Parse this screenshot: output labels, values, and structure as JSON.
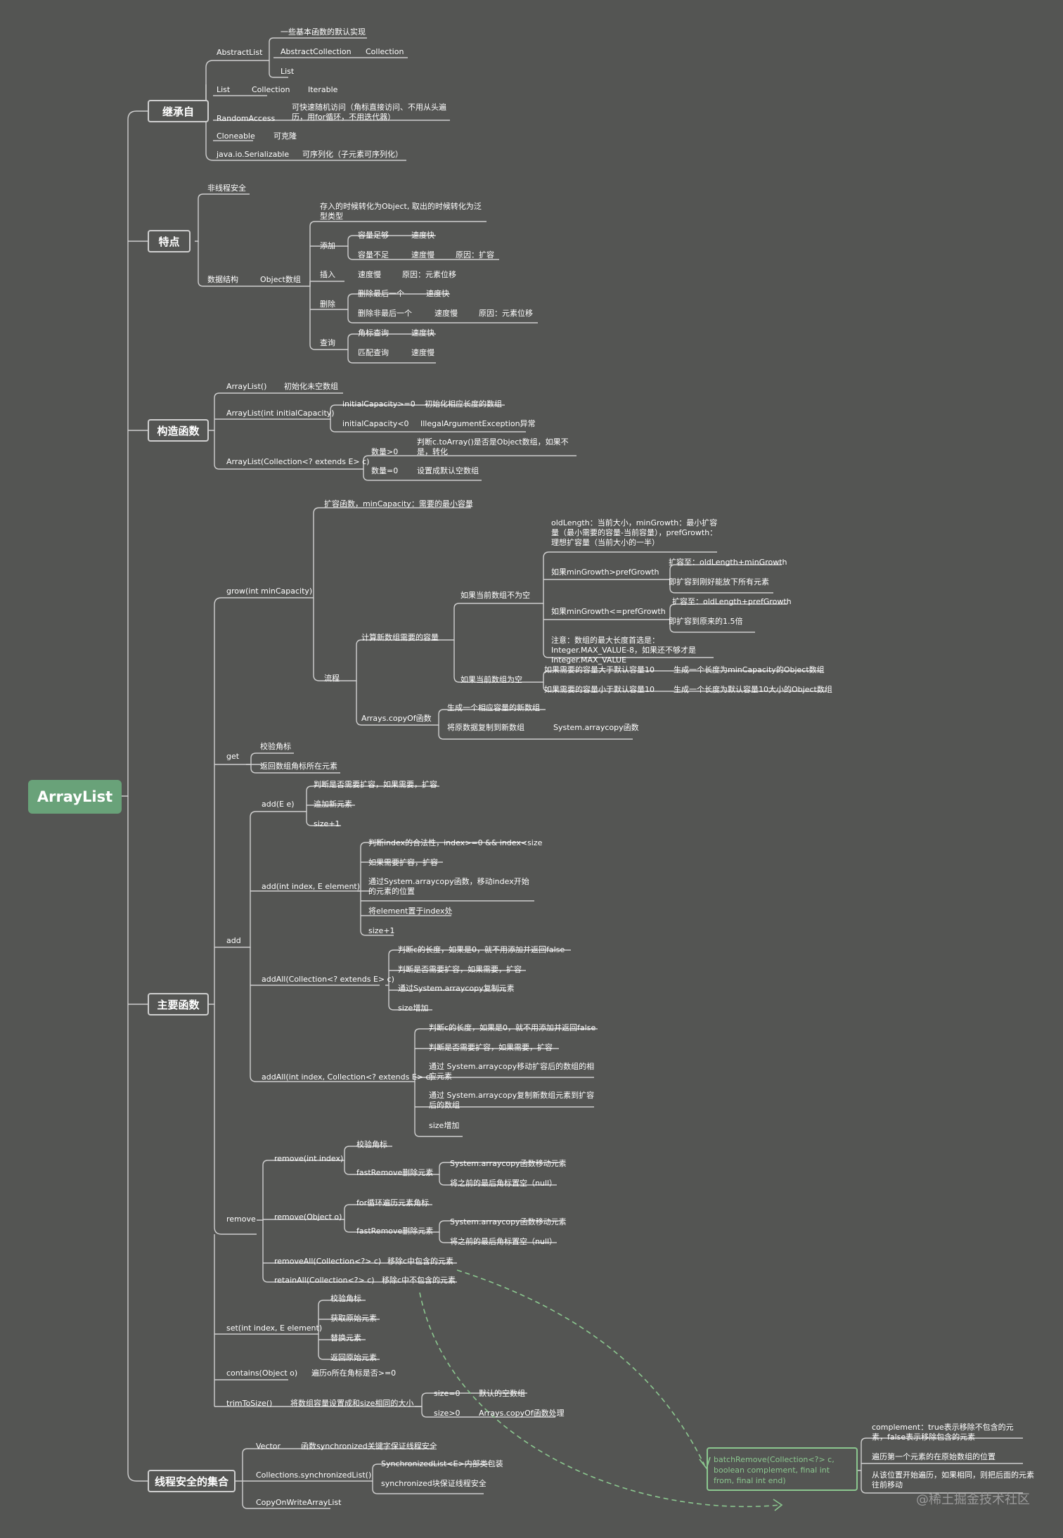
{
  "root": "ArrayList",
  "colors": {
    "background": "#545553",
    "root": "#69a279",
    "line": "#cfcfcf",
    "accent": "#8bc78f"
  },
  "watermark": "@稀土掘金技术社区",
  "inherit": {
    "title": "继承自",
    "abstractlist": "AbstractList",
    "abs_default": "一些基本函数的默认实现",
    "abstractcollection": "AbstractCollection",
    "collection1": "Collection",
    "list1": "List",
    "list2": "List",
    "collection2": "Collection",
    "iterable": "Iterable",
    "randomaccess": "RandomAccess",
    "randomaccess_desc": "可快速随机访问（角标直接访问、不用从头遍历，用for循环，不用迭代器）",
    "cloneable": "Cloneable",
    "cloneable_desc": "可克隆",
    "serializable": "java.io.Serializable",
    "serializable_desc": "可序列化（子元素可序列化）"
  },
  "features": {
    "title": "特点",
    "not_thread_safe": "非线程安全",
    "data_structure": "数据结构",
    "object_array": "Object数组",
    "store_desc": "存入的时候转化为Object, 取出的时候转化为泛型类型",
    "add": "添加",
    "cap_enough": "容量足够",
    "speed_fast1": "速度快",
    "cap_not_enough": "容量不足",
    "speed_slow1": "速度慢",
    "reason_expand": "原因：扩容",
    "insert": "插入",
    "speed_slow2": "速度慢",
    "reason_shift1": "原因：元素位移",
    "delete": "删除",
    "del_last": "删除最后一个",
    "speed_fast2": "速度快",
    "del_not_last": "删除非最后一个",
    "speed_slow3": "速度慢",
    "reason_shift2": "原因：元素位移",
    "query": "查询",
    "index_query": "角标查询",
    "speed_fast3": "速度快",
    "match_query": "匹配查询",
    "speed_slow4": "速度慢"
  },
  "constructors": {
    "title": "构造函数",
    "c1": "ArrayList()",
    "c1_desc": "初始化未空数组",
    "c2": "ArrayList(int initialCapacity)",
    "cap_ge0": "initialCapacity>=0",
    "cap_ge0_desc": "初始化相应长度的数组",
    "cap_lt0": "initialCapacity<0",
    "cap_lt0_desc": "IllegalArgumentException异常",
    "c3": "ArrayList(Collection<? extends E> c)",
    "count_gt0": "数量>0",
    "count_gt0_desc": "判断c.toArray()是否是Object数组，如果不是，转化",
    "count_eq0": "数量=0",
    "count_eq0_desc": "设置成默认空数组"
  },
  "main": {
    "title": "主要函数",
    "grow": "grow(int minCapacity)",
    "grow_desc": "扩容函数，minCapacity：需要的最小容量",
    "flow": "流程",
    "calc": "计算新数组需要的容量",
    "not_empty": "如果当前数组不为空",
    "old_desc": "oldLength：当前大小，minGrowth：最小扩容量（最小需要的容量-当前容量），prefGrowth：理想扩容量（当前大小的一半）",
    "min_gt_pref": "如果minGrowth>prefGrowth",
    "expand_min": "扩容至：oldLength+minGrowth",
    "expand_min_desc": "即扩容到刚好能放下所有元素",
    "min_le_pref": "如果minGrowth<=prefGrowth",
    "expand_pref": "扩容至：oldLength+prefGrowth",
    "expand_pref_desc": "即扩容到原来的1.5倍",
    "note_max": "注意：数组的最大长度首选是：Integer.MAX_VALUE-8，如果还不够才是Integer.MAX_VALUE",
    "is_empty": "如果当前数组为空",
    "need_gt10": "如果需要的容量大于默认容量10",
    "gen_min": "生成一个长度为minCapacity的Object数组",
    "need_lt10": "如果需要的容量小于默认容量10",
    "gen_10": "生成一个长度为默认容量10大小的Object数组",
    "copyof": "Arrays.copyOf函数",
    "gen_new": "生成一个相应容量的新数组",
    "copy_old": "将原数据复制到新数组",
    "sys_copy": "System.arraycopy函数",
    "get": "get",
    "check_index1": "校验角标",
    "return_elem": "返回数组角标所在元素",
    "add": "add",
    "add_e": "add(E e)",
    "add_e_1": "判断是否需要扩容，如果需要，扩容",
    "add_e_2": "追加新元素",
    "add_e_3": "size+1",
    "add_ie": "add(int index, E element)",
    "add_ie_1": "判断index的合法性，index>=0 && index<size",
    "add_ie_2": "如果需要扩容，扩容",
    "add_ie_3": "通过System.arraycopy函数，移动index开始的元素的位置",
    "add_ie_4": "将element置于index处",
    "add_ie_5": "size+1",
    "addall_c": "addAll(Collection<? extends E> c)",
    "addall_c_1": "判断c的长度，如果是0，就不用添加并返回false",
    "addall_c_2": "判断是否需要扩容，如果需要，扩容",
    "addall_c_3": "通过System.arraycopy复制元素",
    "addall_c_4": "size增加",
    "addall_ic": "addAll(int index, Collection<? extends E> c)",
    "addall_ic_1": "判断c的长度，如果是0，就不用添加并返回false",
    "addall_ic_2": "判断是否需要扩容，如果需要，扩容",
    "addall_ic_3": "通过 System.arraycopy移动扩容后的数组的相应元素",
    "addall_ic_4": "通过 System.arraycopy复制新数组元素到扩容后的数组",
    "addall_ic_5": "size增加",
    "remove": "remove",
    "remove_i": "remove(int index)",
    "check_index2": "校验角标",
    "fastremove1": "fastRemove删除元素",
    "sys_move1": "System.arraycopy函数移动元素",
    "set_null1": "将之前的最后角标置空（null）",
    "remove_o": "remove(Object o)",
    "for_loop": "for循环遍历元素角标",
    "fastremove2": "fastRemove删除元素",
    "sys_move2": "System.arraycopy函数移动元素",
    "set_null2": "将之前的最后角标置空（null）",
    "removeall": "removeAll(Collection<?> c)",
    "removeall_desc": "移除c中包含的元素",
    "retainall": "retainAll(Collection<?> c)",
    "retainall_desc": "移除c中不包含的元素",
    "set": "set(int index, E element)",
    "set_1": "校验角标",
    "set_2": "获取原始元素",
    "set_3": "替换元素",
    "set_4": "返回原始元素",
    "contains": "contains(Object o)",
    "contains_desc": "遍历o所在角标是否>=0",
    "trim": "trimToSize()",
    "trim_desc": "将数组容量设置成和size相同的大小",
    "size_eq0": "size=0",
    "size_eq0_desc": "默认的空数组",
    "size_gt0": "size>0",
    "size_gt0_desc": "Arrays.copyOf函数处理"
  },
  "threadsafe": {
    "title": "线程安全的集合",
    "vector": "Vector",
    "vector_desc": "函数synchronized关键字保证线程安全",
    "sync": "Collections.synchronizedList()",
    "sync_1": "SynchronizedList<E>内部类包装",
    "sync_2": "synchronized块保证线程安全",
    "cow": "CopyOnWriteArrayList"
  },
  "batch": {
    "signature": "batchRemove(Collection<?> c, boolean complement, final int from, final int end)",
    "complement_desc": "complement：true表示移除不包含的元素，false表示移除包含的元素",
    "step1": "遍历第一个元素的在原始数组的位置",
    "step2": "从该位置开始遍历，如果相同，则把后面的元素往前移动"
  }
}
